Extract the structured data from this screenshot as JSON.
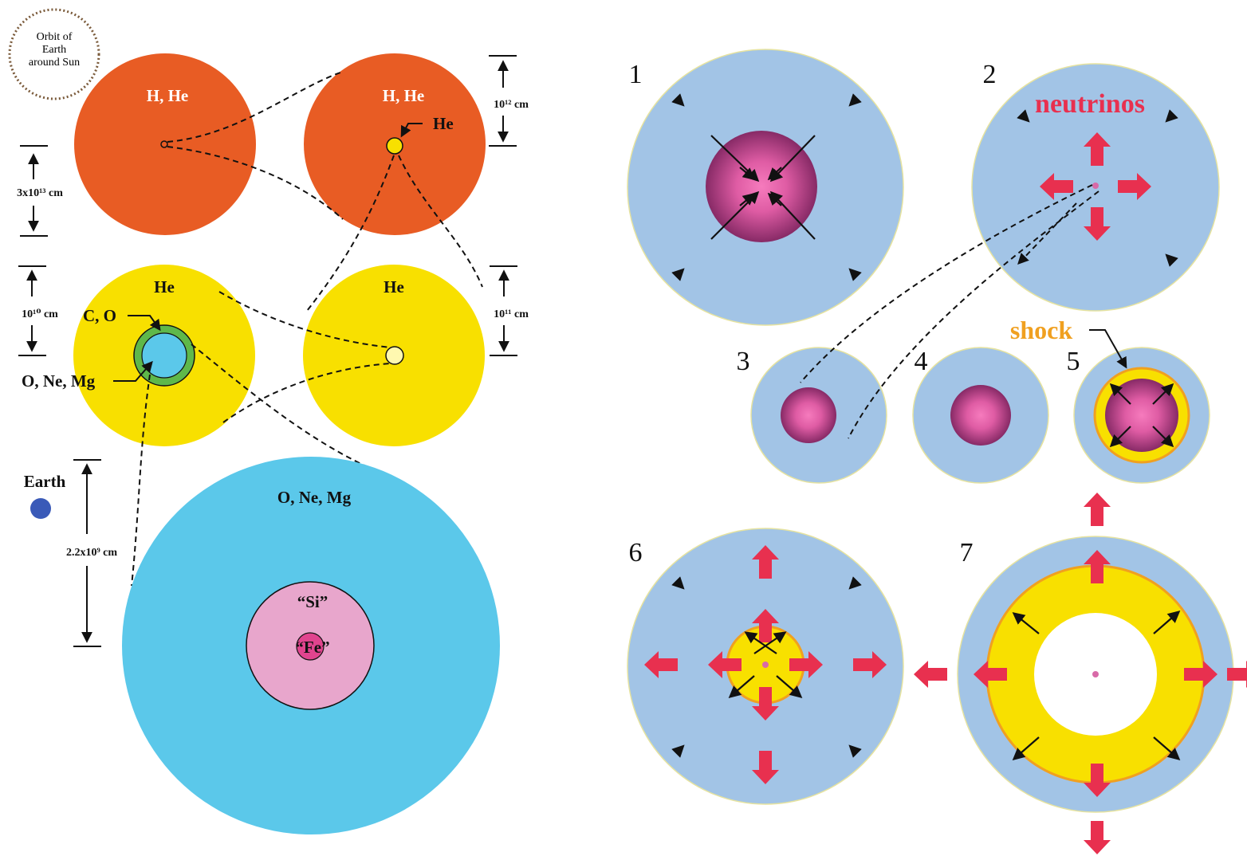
{
  "left": {
    "orbit_label": [
      "Orbit of",
      "Earth",
      "around Sun"
    ],
    "row1": {
      "left_label": "H, He",
      "right_label": "H, He",
      "inner_label": "He",
      "dim_left": "3x10¹³ cm",
      "dim_right": "10¹² cm"
    },
    "row2": {
      "left_label": "He",
      "right_label": "He",
      "co_label": "C, O",
      "onemg_label": "O, Ne, Mg",
      "dim_left": "10¹⁰ cm",
      "dim_right": "10¹¹ cm"
    },
    "earth_label": "Earth",
    "core": {
      "label": "O, Ne, Mg",
      "si_label": "“Si”",
      "fe_label": "“Fe”",
      "dim": "2.2x10⁹ cm"
    }
  },
  "right": {
    "panel_numbers": [
      "1",
      "2",
      "3",
      "4",
      "5",
      "6",
      "7"
    ],
    "neutrinos_label": "neutrinos",
    "shock_label": "shock"
  },
  "colors": {
    "hydrogen_shell": "#e85c24",
    "helium": "#f8e000",
    "onemg": "#5bc8ea",
    "si": "#e8a6cc",
    "fe": "#e0448e",
    "co_ring": "#5fb84a",
    "envelope": "#a2c4e6",
    "core_center": "#f06bb0",
    "core_edge": "#8a2b68",
    "red_arrow": "#e8304f",
    "shock": "#f0a020",
    "earth": "#3a5ab8"
  },
  "icons": [
    "infall-arrow-icon",
    "outflow-arrow-icon",
    "neutrino-arrow-icon"
  ]
}
